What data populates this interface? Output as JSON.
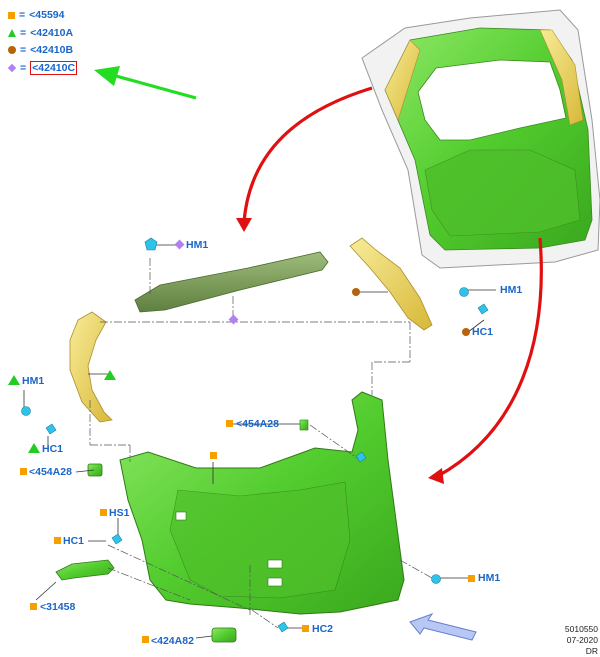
{
  "legend": [
    {
      "symbol": "orange-square",
      "eq": "=",
      "code": "<45594"
    },
    {
      "symbol": "green-triangle",
      "eq": "=",
      "code": "<42410A"
    },
    {
      "symbol": "brown-circle",
      "eq": "=",
      "code": "<42410B"
    },
    {
      "symbol": "purple-diamond",
      "eq": "=",
      "code": "<42410C",
      "highlighted": true
    }
  ],
  "callouts": {
    "hm1_top": "HM1",
    "hm1_right": "HM1",
    "hc1_right": "HC1",
    "hm1_left": "HM1",
    "hc1_left": "HC1",
    "c454a28_mid": "<454A28",
    "c454a28_left": "<454A28",
    "hs1": "HS1",
    "hc1_lower": "HC1",
    "c31458": "<31458",
    "hm1_lower_right": "HM1",
    "hc2": "HC2",
    "c424a82": "<424A82"
  },
  "footer": {
    "line1": "5010550",
    "line2": "07-2020",
    "line3": "DR"
  },
  "colors": {
    "label_blue": "#1a66c9",
    "green_part": "#5fd23a",
    "yellow_part": "#f0d860",
    "olive_part": "#7fa05a",
    "arrow_red": "#e01010",
    "arrow_green": "#22dd22",
    "orange_marker": "#f5a000",
    "green_marker": "#22cc22",
    "brown_marker": "#b8620a",
    "purple_marker": "#b47ff0",
    "clip_cyan": "#2ec4ea"
  }
}
